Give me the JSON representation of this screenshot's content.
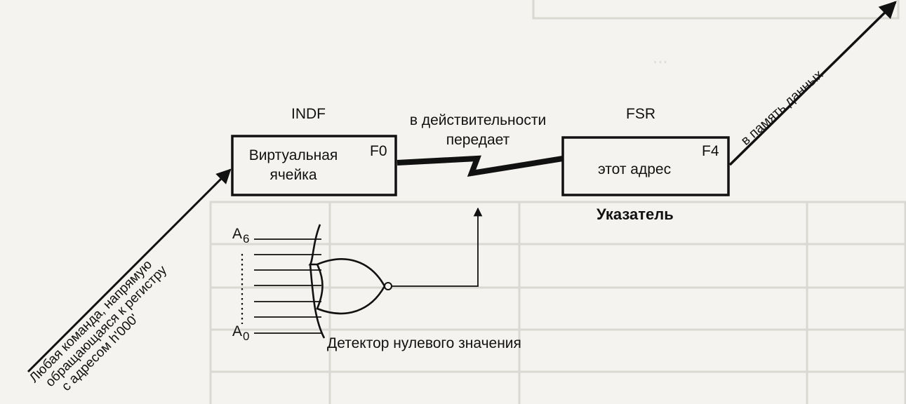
{
  "indf": {
    "title": "INDF",
    "line1": "Виртуальная",
    "line2": "ячейка",
    "address": "F0"
  },
  "transfer": {
    "line1": "в действительности",
    "line2": "передает"
  },
  "fsr": {
    "title": "FSR",
    "text": "этот адрес",
    "address": "F4",
    "caption": "Указатель"
  },
  "memory_label": "в память данных",
  "command_label": {
    "line1": "Любая команда, напрямую",
    "line2": "обращающаяся к регистру",
    "line3": "с адресом h'000'"
  },
  "detector": {
    "a6_base": "A",
    "a6_sub": "6",
    "a0_base": "A",
    "a0_sub": "0",
    "label": "Детектор нулевого значения"
  }
}
